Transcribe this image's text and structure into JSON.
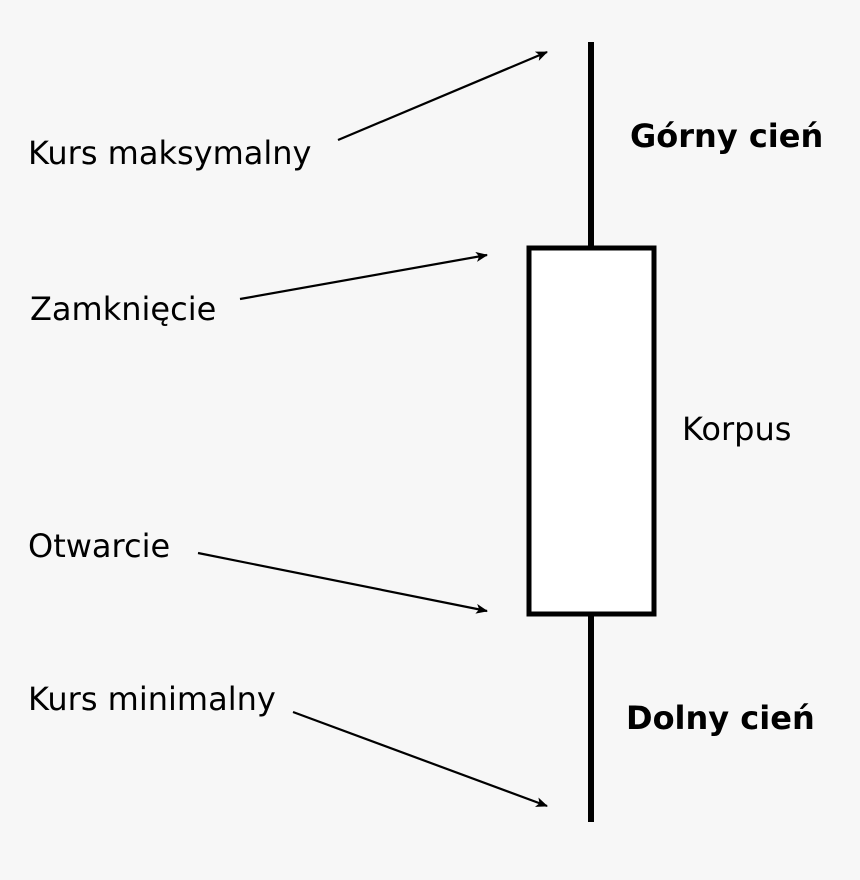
{
  "diagram": {
    "labels": {
      "high": "Kurs maksymalny",
      "close": "Zamknięcie",
      "open": "Otwarcie",
      "low": "Kurs minimalny",
      "upper_shadow": "Górny cień",
      "body": "Korpus",
      "lower_shadow": "Dolny cień"
    },
    "colors": {
      "background": "#f7f7f7",
      "stroke": "#000000",
      "body_fill": "#ffffff"
    }
  }
}
